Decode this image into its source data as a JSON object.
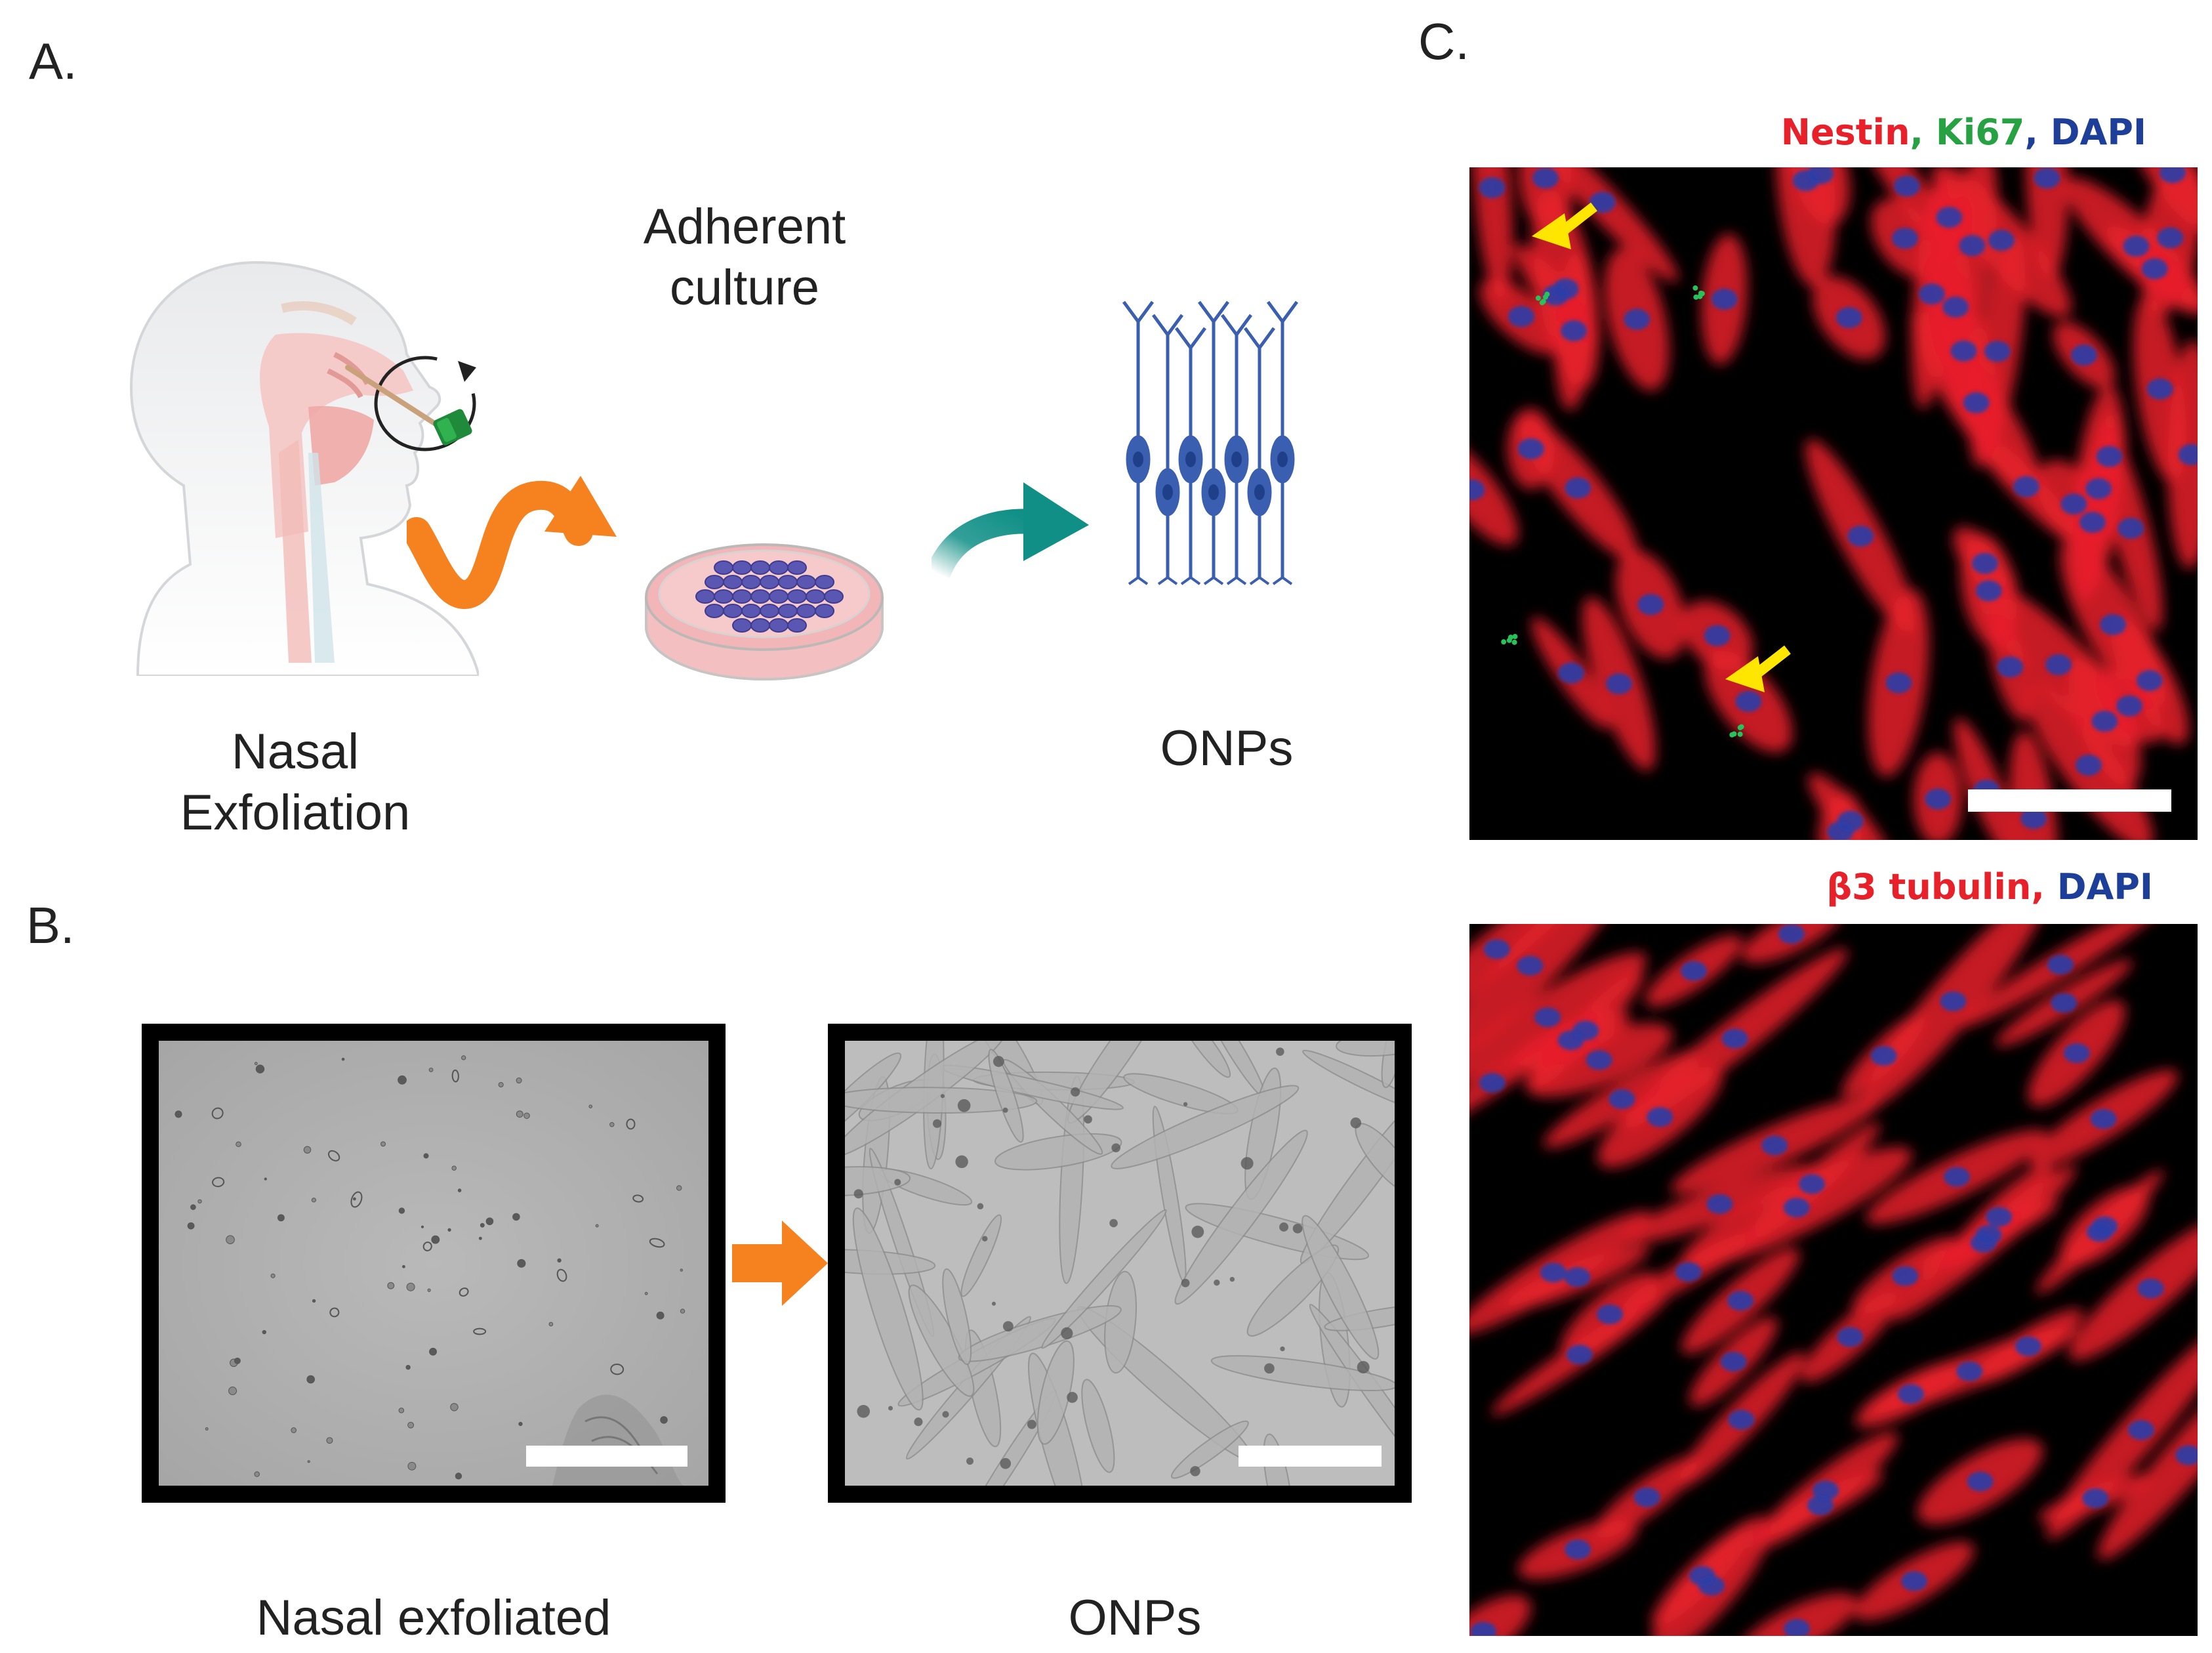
{
  "panels": {
    "a": {
      "letter": "A.",
      "step_culture_line1": "Adherent",
      "step_culture_line2": "culture",
      "step_nasal_line1": "Nasal",
      "step_nasal_line2": "Exfoliation",
      "step_onps": "ONPs",
      "icons": [
        "head-profile-icon",
        "nasal-brush-icon",
        "rotation-arrow-icon",
        "culture-dish-icon",
        "neuron-cluster-icon"
      ]
    },
    "b": {
      "letter": "B.",
      "left_caption": "Nasal exfoliated",
      "right_caption": "ONPs"
    },
    "c": {
      "letter": "C.",
      "top_stain": {
        "part1": "Nestin",
        "sep1": ", ",
        "part2": "Ki67",
        "sep2": ", ",
        "part3": "DAPI"
      },
      "bottom_stain": {
        "part1": "β3 tubulin,",
        "sep1": " ",
        "part2": "DAPI"
      }
    }
  },
  "colors": {
    "orange_arrow": "#f5821f",
    "teal_arrow": "#0f8f86",
    "nestin_red": "#e8202a",
    "ki67_green": "#27a242",
    "dapi_blue": "#1d3f9a",
    "neuron_blue": "#3a5fb0",
    "dish_pink": "#f2b5b8",
    "yellow_arrow": "#ffe600"
  }
}
